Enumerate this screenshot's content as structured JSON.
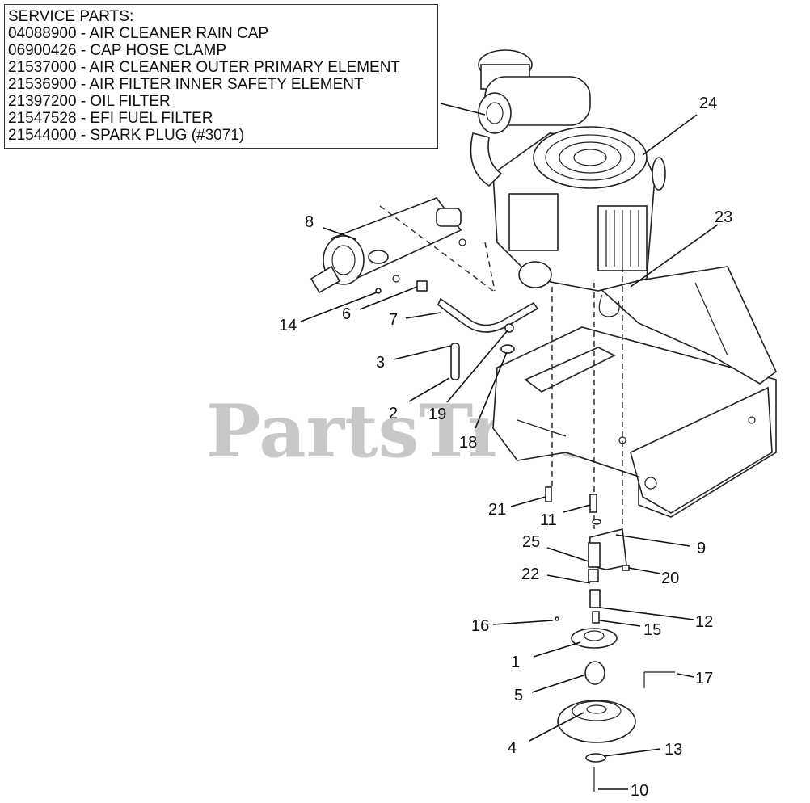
{
  "service_parts": {
    "heading": "SERVICE PARTS:",
    "items": [
      "04088900 - AIR CLEANER RAIN CAP",
      "06900426 - CAP HOSE CLAMP",
      "21537000 - AIR CLEANER OUTER PRIMARY ELEMENT",
      "21536900 - AIR FILTER INNER SAFETY ELEMENT",
      "21397200 - OIL FILTER",
      "21547528 - EFI FUEL FILTER",
      "21544000 - SPARK PLUG (#3071)"
    ]
  },
  "watermark": "PartsTree",
  "callouts": {
    "c1": "1",
    "c2": "2",
    "c3": "3",
    "c4": "4",
    "c5": "5",
    "c6": "6",
    "c7": "7",
    "c8": "8",
    "c9": "9",
    "c10": "10",
    "c11": "11",
    "c12": "12",
    "c13": "13",
    "c14": "14",
    "c15": "15",
    "c16": "16",
    "c17": "17",
    "c18": "18",
    "c19": "19",
    "c20": "20",
    "c21": "21",
    "c22": "22",
    "c23": "23",
    "c24": "24",
    "c25": "25"
  }
}
